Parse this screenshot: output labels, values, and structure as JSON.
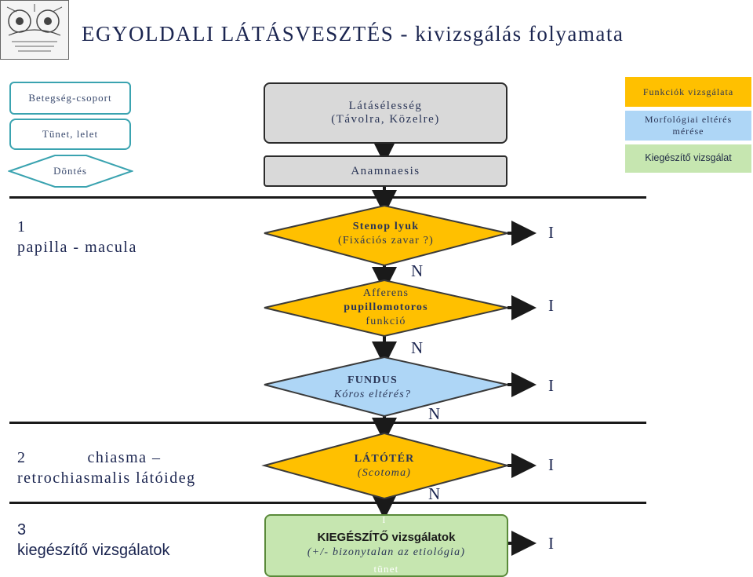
{
  "title": "EGYOLDALI  LÁTÁSVESZTÉS  -  kivizsgálás folyamata",
  "logo": {
    "icon": "engraving-logo-icon"
  },
  "legend_left": {
    "group": "Betegség-csoport",
    "symptom": "Tünet, lelet",
    "decision": "Döntés"
  },
  "legend_right": {
    "function": "Funkciók vizsgálata",
    "morph_line1": "Morfológiai eltérés",
    "morph_line2": "mérése",
    "extra": "Kiegészítő vizsgálat",
    "colors": {
      "function": "#ffc000",
      "morph": "#aed6f6",
      "extra": "#c6e6b0"
    }
  },
  "top": {
    "visus_line1": "Látásélesség",
    "visus_line2": "(Távolra, Közelre)",
    "anamnesis": "Anamnaesis"
  },
  "sections": {
    "s1_num": "1",
    "s1_label": "papilla - macula",
    "s2_num": "2",
    "s2_word": "chiasma –",
    "s2_line2": "retrochiasmalis látóideg",
    "s3_num": "3",
    "s3_label": "kiegészítő vizsgálatok"
  },
  "nodes": {
    "stenop_title": "Stenop lyuk",
    "stenop_sub": "(Fixációs zavar ?)",
    "afferens_1": "Afferens",
    "afferens_2": "pupillomotoros",
    "afferens_3": "funkció",
    "fundus_title": "FUNDUS",
    "fundus_sub": "Kóros eltérés?",
    "latoter_title": "LÁTÓTÉR",
    "latoter_sub": "(Scotoma)",
    "kieg_title": "KIEGÉSZÍTŐ  vizsgálatok",
    "kieg_sub": "(+/-  bizonytalan az etiológia)",
    "kieg_under": "tünet",
    "kieg_mark": "I"
  },
  "branches": {
    "yes": "I",
    "no": "N"
  }
}
